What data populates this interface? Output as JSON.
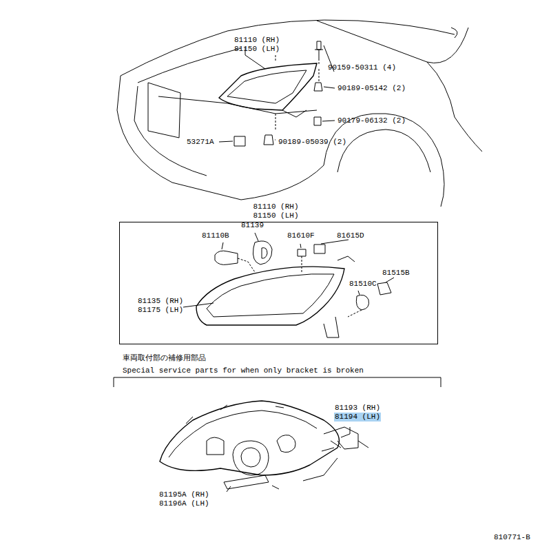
{
  "diagram": {
    "nodes": [
      {
        "text": [
          "81110 (RH) 81150 (LH)"
        ]
      }
    ],
    "labels": [
      "90159-50311 (4)",
      "81110 (RH)",
      "81150 (LH)",
      "90189-05142 (2)",
      "90179-06132 (2)",
      "53271A",
      "90189-05039 (2)",
      "81139",
      "81110B",
      "81610F",
      "81615D",
      "81515B",
      "81510C",
      "81135 (RH)",
      "81175 (LH)",
      "車両取付部の補修用部品",
      "Special service parts for when only bracket is broken",
      "81193 (RH)",
      "81194 (LH)",
      "81195A (RH)",
      "81196A (LH)",
      "810771-B"
    ]
  }
}
